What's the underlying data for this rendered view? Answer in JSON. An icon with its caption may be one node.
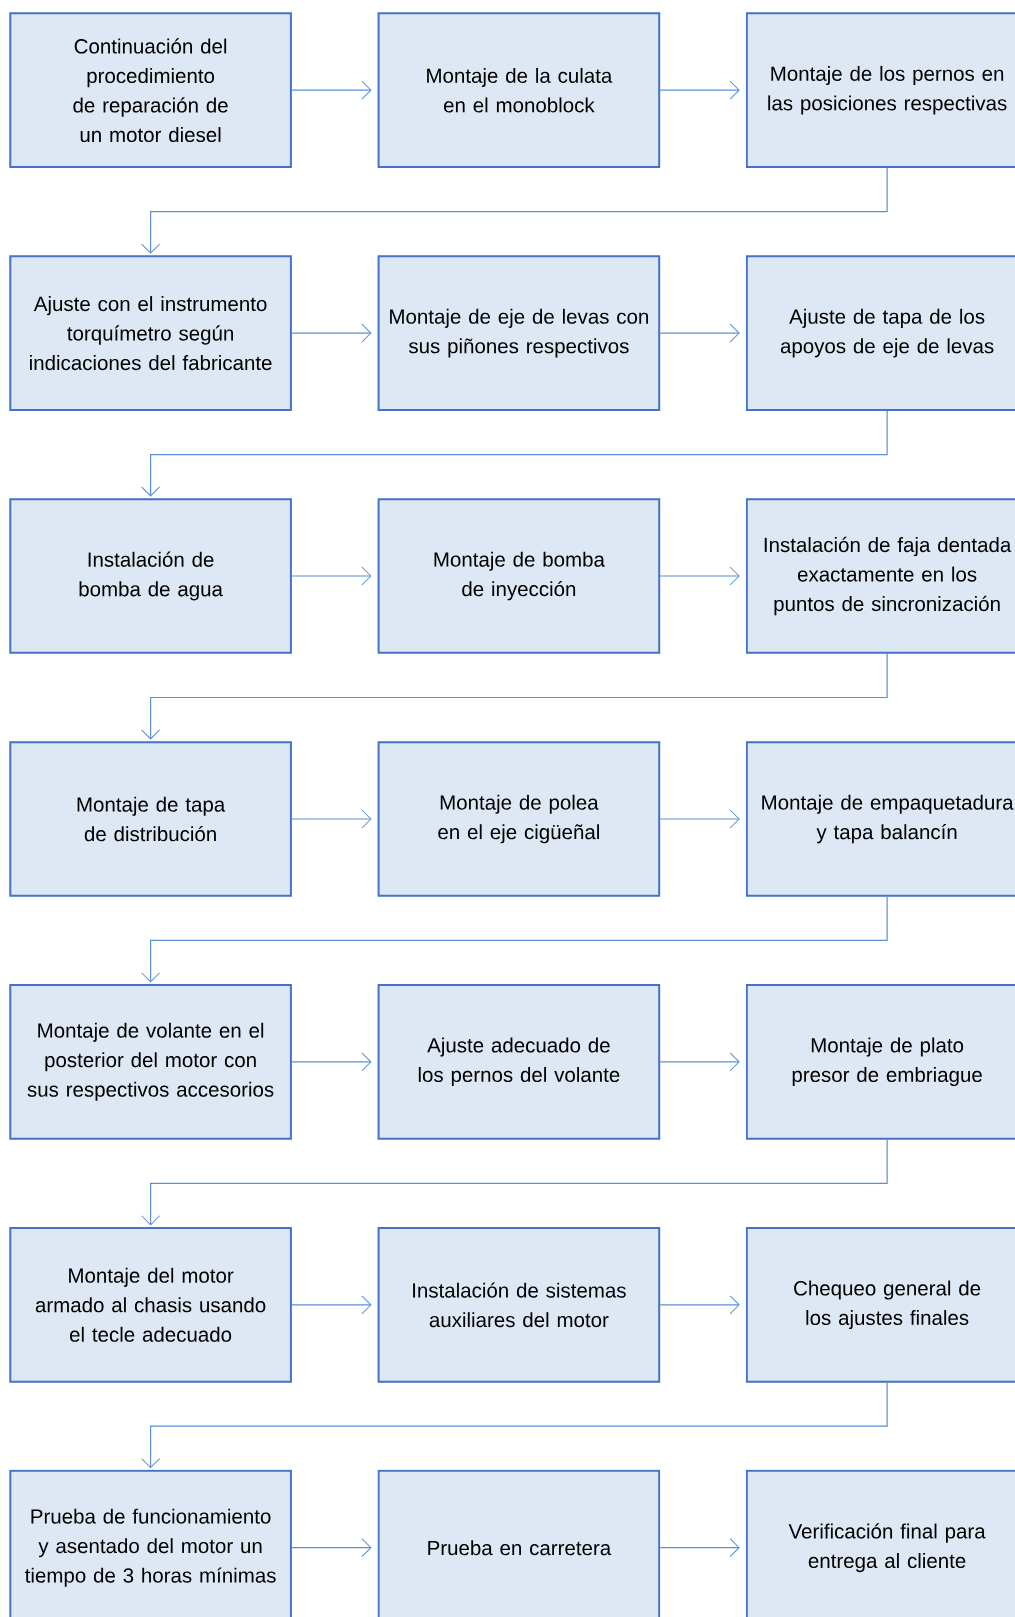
{
  "diagram": {
    "nodes": [
      {
        "text": [
          "Continuación del procedimiento de reparación de un motor diesel"
        ]
      },
      {
        "text": [
          "Montaje de la culata en el monoblock"
        ]
      },
      {
        "text": [
          "Montaje de los pernos en las posiciones respectivas"
        ]
      },
      {
        "text": [
          "Ajuste con el instrumento torquímetro según indicaciones del fabricante"
        ]
      },
      {
        "text": [
          "Montaje de eje de levas con sus piñones respectivos"
        ]
      },
      {
        "text": [
          "Ajuste de tapa de los apoyos de eje de levas"
        ]
      },
      {
        "text": [
          "Instalación de bomba de agua"
        ]
      },
      {
        "text": [
          "Montaje de bomba de inyección"
        ]
      },
      {
        "text": [
          "Instalación de faja dentada exactamente en los puntos de sincronización"
        ]
      },
      {
        "text": [
          "Montaje de tapa de distribución"
        ]
      },
      {
        "text": [
          "Montaje de polea en el eje cigüeñal"
        ]
      },
      {
        "text": [
          "Montaje de empaquetadura y tapa balancín"
        ]
      },
      {
        "text": [
          "Montaje de volante en el posterior del motor con sus respectivos accesorios"
        ]
      },
      {
        "text": [
          "Ajuste adecuado de los pernos del volante"
        ]
      },
      {
        "text": [
          "Montaje de plato presor de embriague"
        ]
      },
      {
        "text": [
          "Montaje del motor armado al chasis usando el tecle adecuado"
        ]
      },
      {
        "text": [
          "Instalación de sistemas auxiliares del motor"
        ]
      },
      {
        "text": [
          "Chequeo general de los ajustes finales"
        ]
      },
      {
        "text": [
          "Prueba de funcionamiento y asentado del motor un tiempo de 3 horas mínimas"
        ]
      },
      {
        "text": [
          "Prueba en carretera"
        ]
      },
      {
        "text": [
          "Verificación final para entrega al cliente"
        ]
      }
    ],
    "edges": [
      {
        "from": 0,
        "to": 1,
        "arrow": "to"
      },
      {
        "from": 1,
        "to": 2,
        "arrow": "to"
      },
      {
        "from": 2,
        "to": 3,
        "arrow": "to"
      },
      {
        "from": 3,
        "to": 4,
        "arrow": "to"
      },
      {
        "from": 4,
        "to": 5,
        "arrow": "to"
      },
      {
        "from": 5,
        "to": 6,
        "arrow": "to"
      },
      {
        "from": 6,
        "to": 7,
        "arrow": "to"
      },
      {
        "from": 7,
        "to": 8,
        "arrow": "to"
      },
      {
        "from": 8,
        "to": 9,
        "arrow": "to"
      },
      {
        "from": 9,
        "to": 10,
        "arrow": "to"
      },
      {
        "from": 10,
        "to": 11,
        "arrow": "to"
      },
      {
        "from": 11,
        "to": 12,
        "arrow": "to"
      },
      {
        "from": 12,
        "to": 13,
        "arrow": "to"
      },
      {
        "from": 13,
        "to": 14,
        "arrow": "to"
      },
      {
        "from": 14,
        "to": 15,
        "arrow": "to"
      },
      {
        "from": 15,
        "to": 16,
        "arrow": "to"
      },
      {
        "from": 16,
        "to": 17,
        "arrow": "to"
      },
      {
        "from": 17,
        "to": 18,
        "arrow": "to"
      },
      {
        "from": 18,
        "to": 19,
        "arrow": "to"
      },
      {
        "from": 19,
        "to": 20,
        "arrow": "to"
      }
    ]
  }
}
